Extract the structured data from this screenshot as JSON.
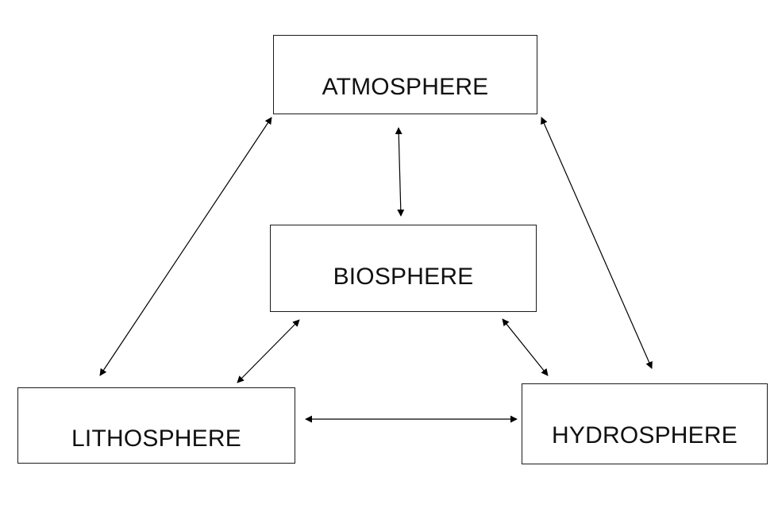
{
  "nodes": {
    "atmosphere": "ATMOSPHERE",
    "biosphere": "BIOSPHERE",
    "lithosphere": "LITHOSPHERE",
    "hydrosphere": "HYDROSPHERE"
  },
  "edges": [
    {
      "from": "atmosphere",
      "to": "biosphere",
      "direction": "both"
    },
    {
      "from": "atmosphere",
      "to": "lithosphere",
      "direction": "both"
    },
    {
      "from": "atmosphere",
      "to": "hydrosphere",
      "direction": "both"
    },
    {
      "from": "biosphere",
      "to": "lithosphere",
      "direction": "both"
    },
    {
      "from": "biosphere",
      "to": "hydrosphere",
      "direction": "both"
    },
    {
      "from": "lithosphere",
      "to": "hydrosphere",
      "direction": "both"
    }
  ],
  "colors": {
    "line": "#000000",
    "border": "#1a1a1a",
    "background": "#ffffff"
  }
}
